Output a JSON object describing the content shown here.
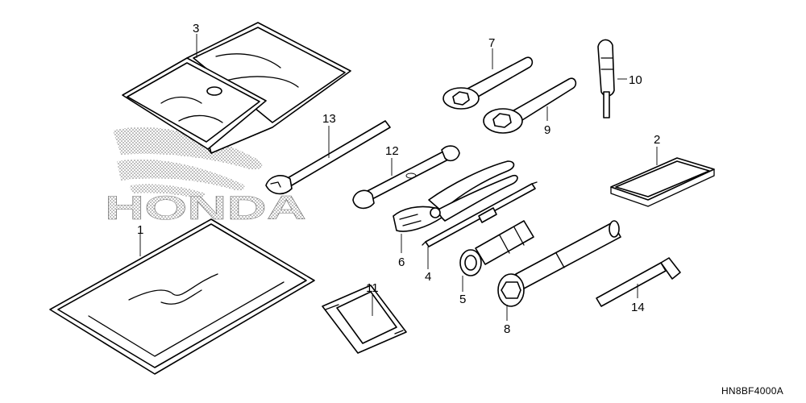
{
  "diagram_code": "HN8BF4000A",
  "logo": {
    "text": "HONDA"
  },
  "parts": [
    {
      "ref": "1",
      "name": "document-pouch"
    },
    {
      "ref": "2",
      "name": "sponge-pad"
    },
    {
      "ref": "3",
      "name": "tool-bag"
    },
    {
      "ref": "4",
      "name": "screwdriver-double-ended"
    },
    {
      "ref": "5",
      "name": "socket-wrench"
    },
    {
      "ref": "6",
      "name": "pliers"
    },
    {
      "ref": "7",
      "name": "ring-wrench"
    },
    {
      "ref": "8",
      "name": "spark-plug-wrench"
    },
    {
      "ref": "9",
      "name": "ring-wrench-large"
    },
    {
      "ref": "10",
      "name": "pin-spanner-handle"
    },
    {
      "ref": "11",
      "name": "strap-band"
    },
    {
      "ref": "12",
      "name": "open-end-wrench"
    },
    {
      "ref": "13",
      "name": "open-end-wrench-long"
    },
    {
      "ref": "14",
      "name": "hex-key"
    }
  ]
}
